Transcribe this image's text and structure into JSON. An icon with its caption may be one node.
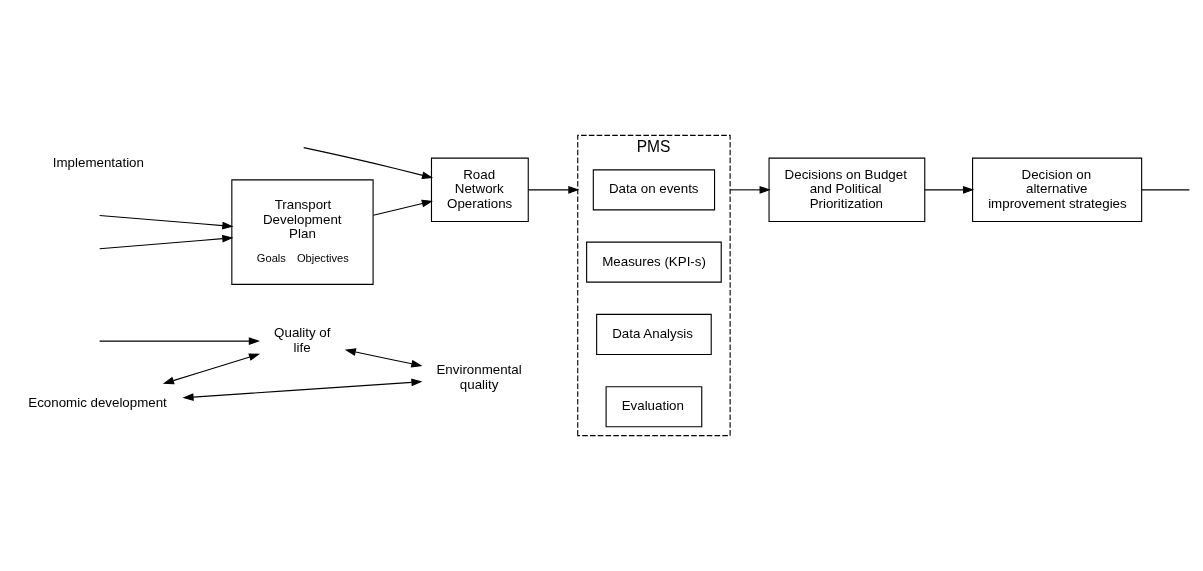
{
  "diagram": {
    "nodes": [
      {
        "text": [
          "Economic development"
        ]
      },
      {
        "text": [
          "Quality of life"
        ]
      },
      {
        "text": [
          "Environmental quality"
        ]
      },
      {
        "text": [
          "Transport Development Plan",
          "Goals",
          "Objectives"
        ]
      },
      {
        "text": [
          "Road Network Operations"
        ]
      },
      {
        "text": [
          "PMS"
        ]
      },
      {
        "text": [
          "Data on events"
        ],
        "in": 5
      },
      {
        "text": [
          "Measures (KPI-s)"
        ],
        "in": 5
      },
      {
        "text": [
          "Data Analysis"
        ],
        "in": 5
      },
      {
        "text": [
          "Evaluation"
        ],
        "in": 5
      },
      {
        "text": [
          "Decisions on Budget and Political Prioritization"
        ]
      },
      {
        "text": [
          "Decision on alternative improvement strategies"
        ]
      }
    ],
    "edges": [
      {
        "from": 0,
        "to": 1,
        "arrow": "both"
      },
      {
        "from": 0,
        "to": 2,
        "arrow": "both"
      },
      {
        "from": 1,
        "to": 2,
        "arrow": "both"
      },
      {
        "from": null,
        "to": 3,
        "arrow": "to"
      },
      {
        "from": 3,
        "to": 4,
        "arrow": "to"
      },
      {
        "from": 4,
        "to": 5,
        "arrow": "to"
      },
      {
        "from": 5,
        "to": 10,
        "arrow": "to"
      },
      {
        "from": 10,
        "to": 11,
        "arrow": "to"
      },
      {
        "from": 11,
        "to": null,
        "arrow": "none"
      },
      {
        "from": null,
        "to": 1,
        "arrow": "to"
      },
      {
        "from": null,
        "to": 3,
        "arrow": "to"
      },
      {
        "from": null,
        "to": 4,
        "arrow": "to"
      }
    ],
    "labels": [
      "Implementation"
    ]
  }
}
